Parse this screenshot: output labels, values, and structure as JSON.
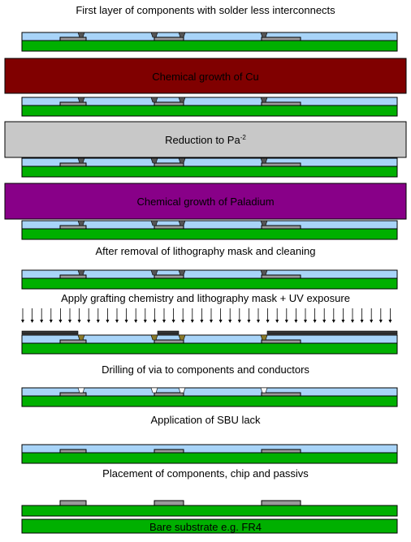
{
  "steps": [
    {
      "id": "first-layer",
      "caption": "First layer of components with solder less interconnects"
    },
    {
      "id": "cu-growth",
      "caption": "Chemical growth of Cu"
    },
    {
      "id": "reduction",
      "caption_main": "Reduction to Pa",
      "caption_sup": "-2"
    },
    {
      "id": "pd-growth",
      "caption": "Chemical growth of Paladium"
    },
    {
      "id": "mask-removal",
      "caption": "After removal of lithography mask and cleaning"
    },
    {
      "id": "grafting",
      "caption": "Apply grafting chemistry and lithography mask + UV exposure"
    },
    {
      "id": "drilling",
      "caption": "Drilling of via to components and conductors"
    },
    {
      "id": "sbu",
      "caption": "Application of SBU lack"
    },
    {
      "id": "placement",
      "caption": "Placement of components, chip and passivs"
    },
    {
      "id": "bare",
      "caption": "Bare substrate e.g. FR4"
    }
  ],
  "colors": {
    "substrate": "#00b000",
    "sbu": "#a8d4f8",
    "component": "#9a9a9a",
    "copper": "#800000",
    "palladium_reduction": "#c8c8c8",
    "palladium": "#880088",
    "mask": "#333333",
    "via_fill": "#8a7a2a"
  }
}
